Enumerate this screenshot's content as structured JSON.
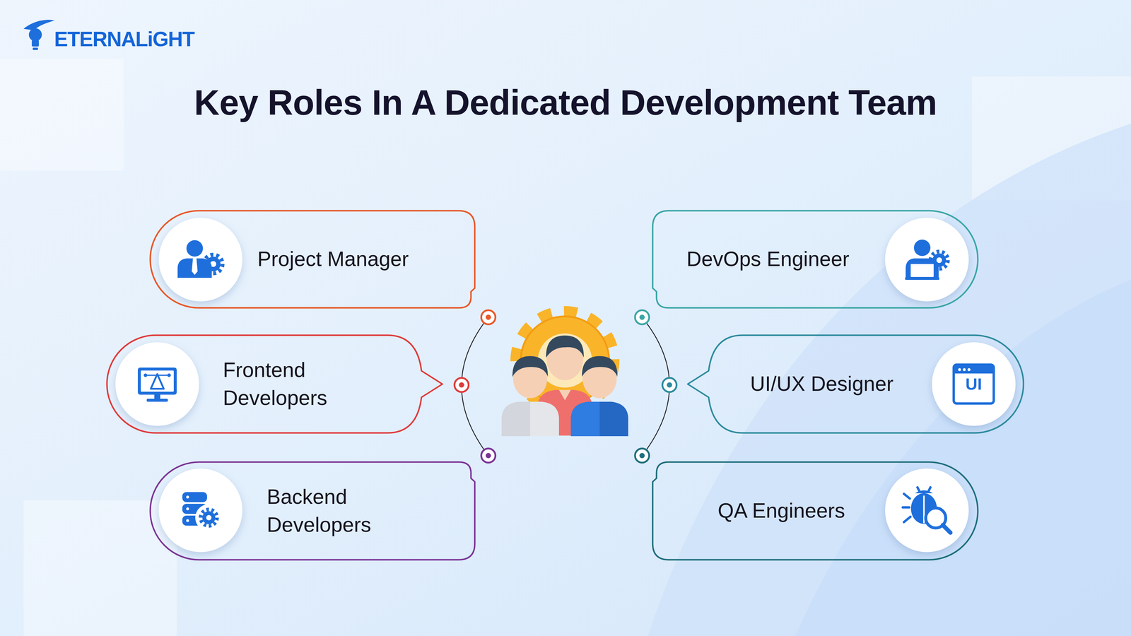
{
  "diagram": {
    "title": "Key Roles In A Dedicated Development Team",
    "nodes": [
      {
        "text": [
          "Project Manager"
        ]
      },
      {
        "text": [
          "DevOps Engineer"
        ]
      },
      {
        "text": [
          "Frontend Developers"
        ]
      },
      {
        "text": [
          "UI/UX Designer"
        ]
      },
      {
        "text": [
          "Backend Developers"
        ]
      },
      {
        "text": [
          "QA Engineers"
        ]
      }
    ],
    "labels": [
      "ETERNALiGHT",
      "UI"
    ]
  }
}
